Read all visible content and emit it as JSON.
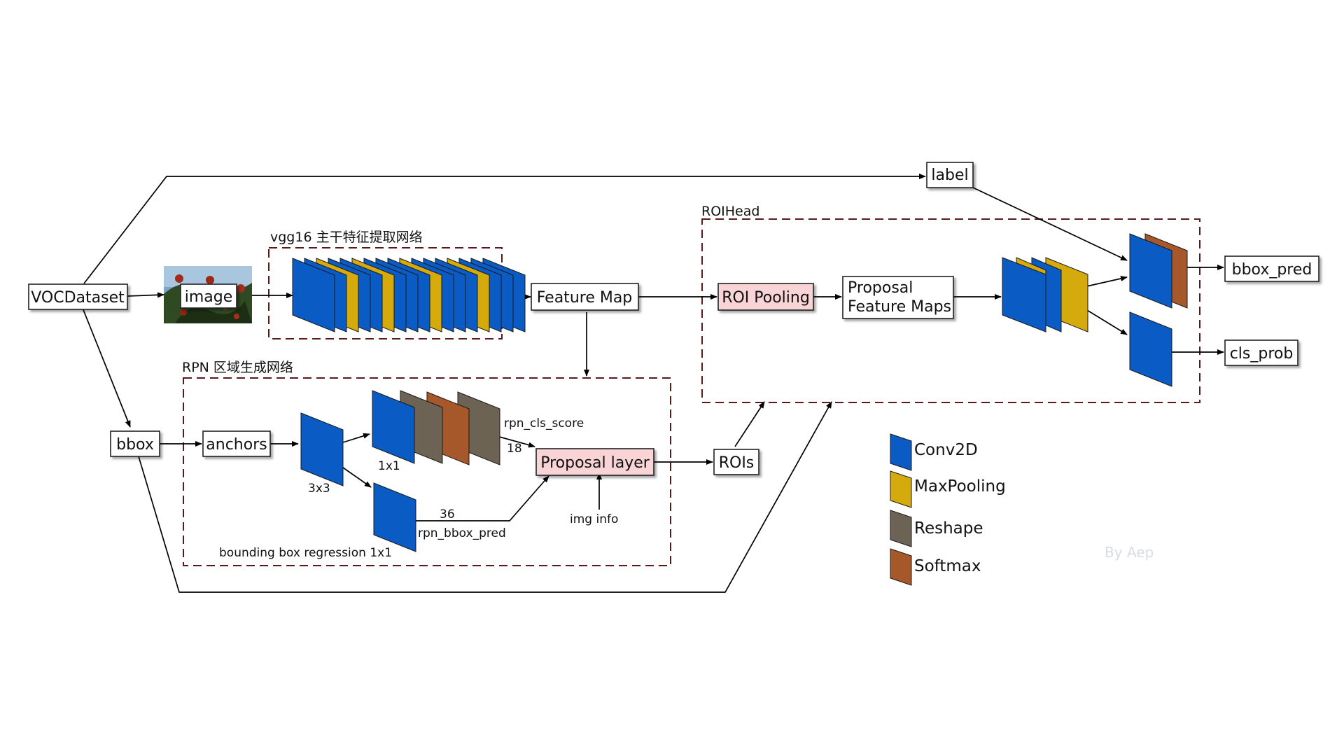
{
  "colors": {
    "conv": "#0a5bc4",
    "pool": "#d4aa0c",
    "reshape": "#6d6354",
    "softmax": "#a6582a",
    "pink": "#f9d4d6",
    "dashed": "#5a1a1a",
    "watermark": "#d8dce4"
  },
  "icons": {
    "image_thumb": "photo-thumbnail-icon",
    "arrow": "arrowhead-icon"
  },
  "nodes": {
    "voc": "VOCDataset",
    "image": "image",
    "feature_map": "Feature Map",
    "label": "label",
    "roi_pooling": "ROI Pooling",
    "proposal_fm_1": "Proposal",
    "proposal_fm_2": "Feature Maps",
    "bbox_pred": "bbox_pred",
    "cls_prob": "cls_prob",
    "bbox": "bbox",
    "anchors": "anchors",
    "proposal_layer": "Proposal layer",
    "rois": "ROIs"
  },
  "groups": {
    "vgg": "vgg16 主干特征提取网络",
    "rpn": "RPN 区域生成网络",
    "roihead": "ROIHead"
  },
  "annotations": {
    "k3": "3x3",
    "k1": "1x1",
    "rpn_cls_score": "rpn_cls_score",
    "n18": "18",
    "n36": "36",
    "rpn_bbox_pred": "rpn_bbox_pred",
    "img_info": "img info",
    "bbox_reg": "bounding box regression 1x1"
  },
  "legend": [
    {
      "label": "Conv2D",
      "color": "#0a5bc4"
    },
    {
      "label": "MaxPooling",
      "color": "#d4aa0c"
    },
    {
      "label": "Reshape",
      "color": "#6d6354"
    },
    {
      "label": "Softmax",
      "color": "#a6582a"
    }
  ],
  "watermark": "By Aep"
}
